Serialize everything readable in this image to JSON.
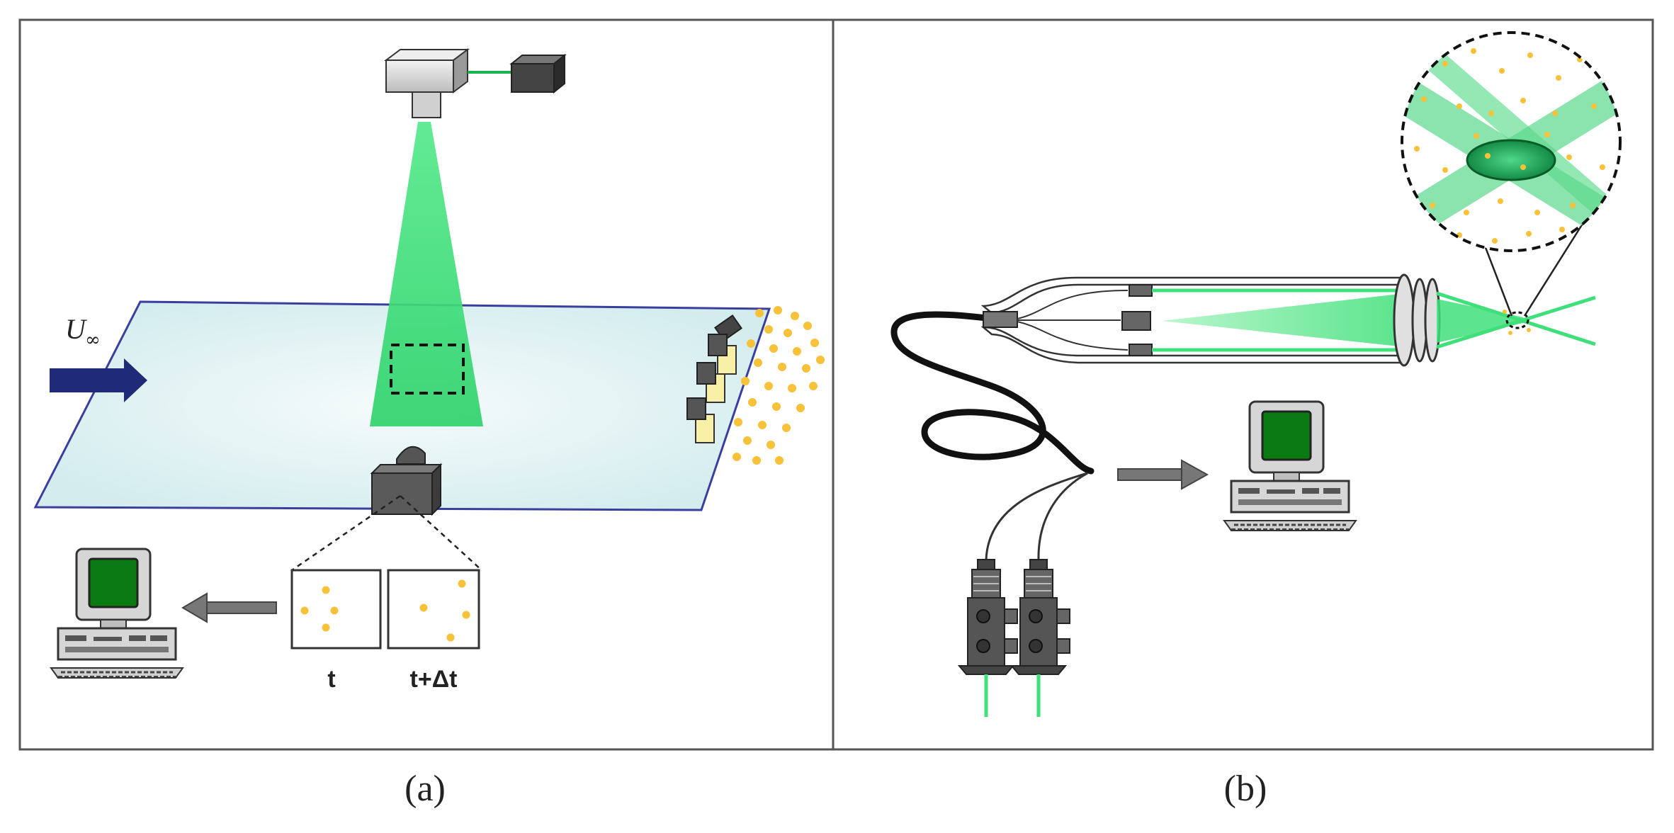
{
  "figure": {
    "panel_a": {
      "caption": "(a)",
      "flow_symbol": "U",
      "flow_subscript": "∞",
      "frame_label_1": "t",
      "frame_label_2": "t+Δt"
    },
    "panel_b": {
      "caption": "(b)"
    }
  },
  "colors": {
    "laser_green": "#3fe07a",
    "laser_green_dark": "#19b34c",
    "particle_yellow": "#f7c23a",
    "flow_arrow": "#1f2a78",
    "plate_fill": "#dff1f2",
    "plate_edge": "#3a3f9e",
    "screen_green": "#0a7a12"
  },
  "icons": [
    "laser-head-icon",
    "laser-power-supply-icon",
    "camera-icon",
    "seeding-nozzle-icon",
    "computer-icon",
    "fiber-probe-icon",
    "photomultiplier-icon",
    "lens-icon"
  ]
}
